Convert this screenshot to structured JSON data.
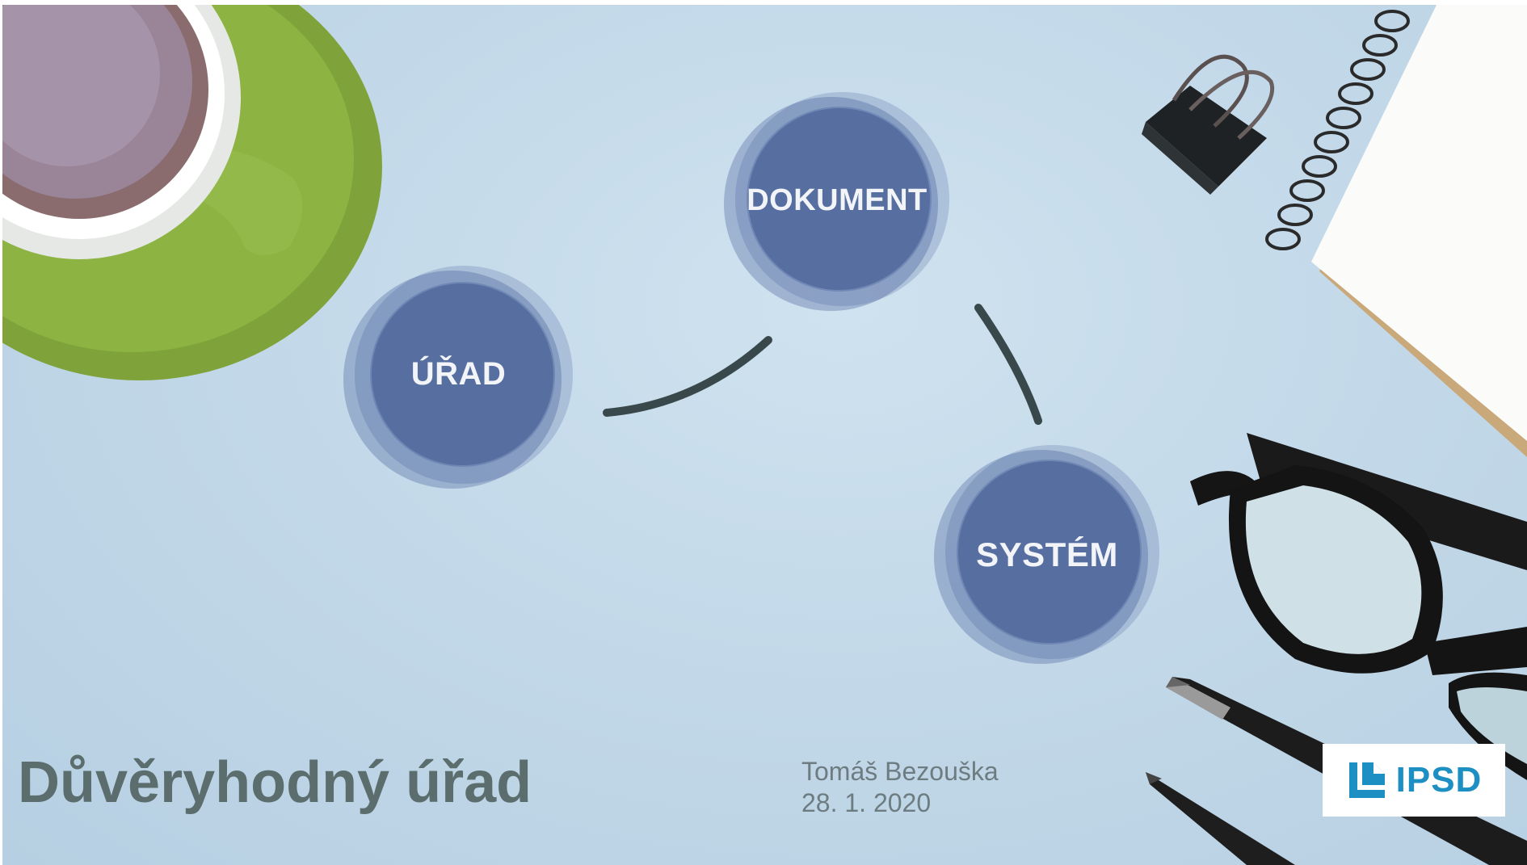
{
  "slide": {
    "title": "Důvěryhodný úřad",
    "author": "Tomáš Bezouška",
    "date": "28. 1. 2020"
  },
  "diagram": {
    "nodes": [
      {
        "id": "urad",
        "label": "ÚŘAD"
      },
      {
        "id": "dokument",
        "label": "DOKUMENT"
      },
      {
        "id": "system",
        "label": "SYSTÉM"
      }
    ]
  },
  "logo": {
    "text": "IPSD"
  },
  "colors": {
    "node_fill": "#566fa0",
    "connector": "#39484a",
    "title": "#5b6d6d",
    "logo_blue": "#1e8fc2",
    "background": "#c3d9e9"
  },
  "icons": [
    "tea-cup-icon",
    "binder-clip-icon",
    "notebook-icon",
    "glasses-icon",
    "pen-icon",
    "pencil-icon",
    "ipsd-logo-icon"
  ]
}
